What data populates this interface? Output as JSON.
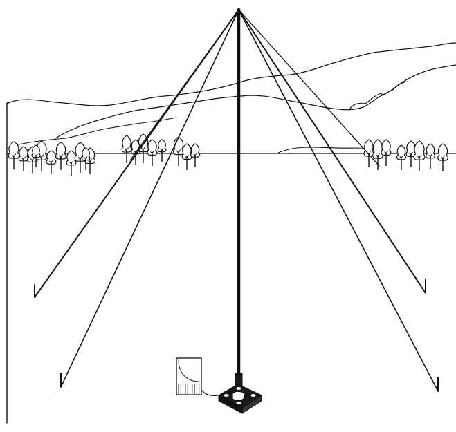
{
  "illustration": {
    "subject": "guyed-vertical-antenna",
    "colors": {
      "ink": "#111111",
      "background": "#ffffff",
      "base_plate": "#1a1a1a"
    },
    "guy_wire_count": 6,
    "left_tree_count": 11,
    "center_tree_count": 8,
    "right_tree_count": 8
  }
}
